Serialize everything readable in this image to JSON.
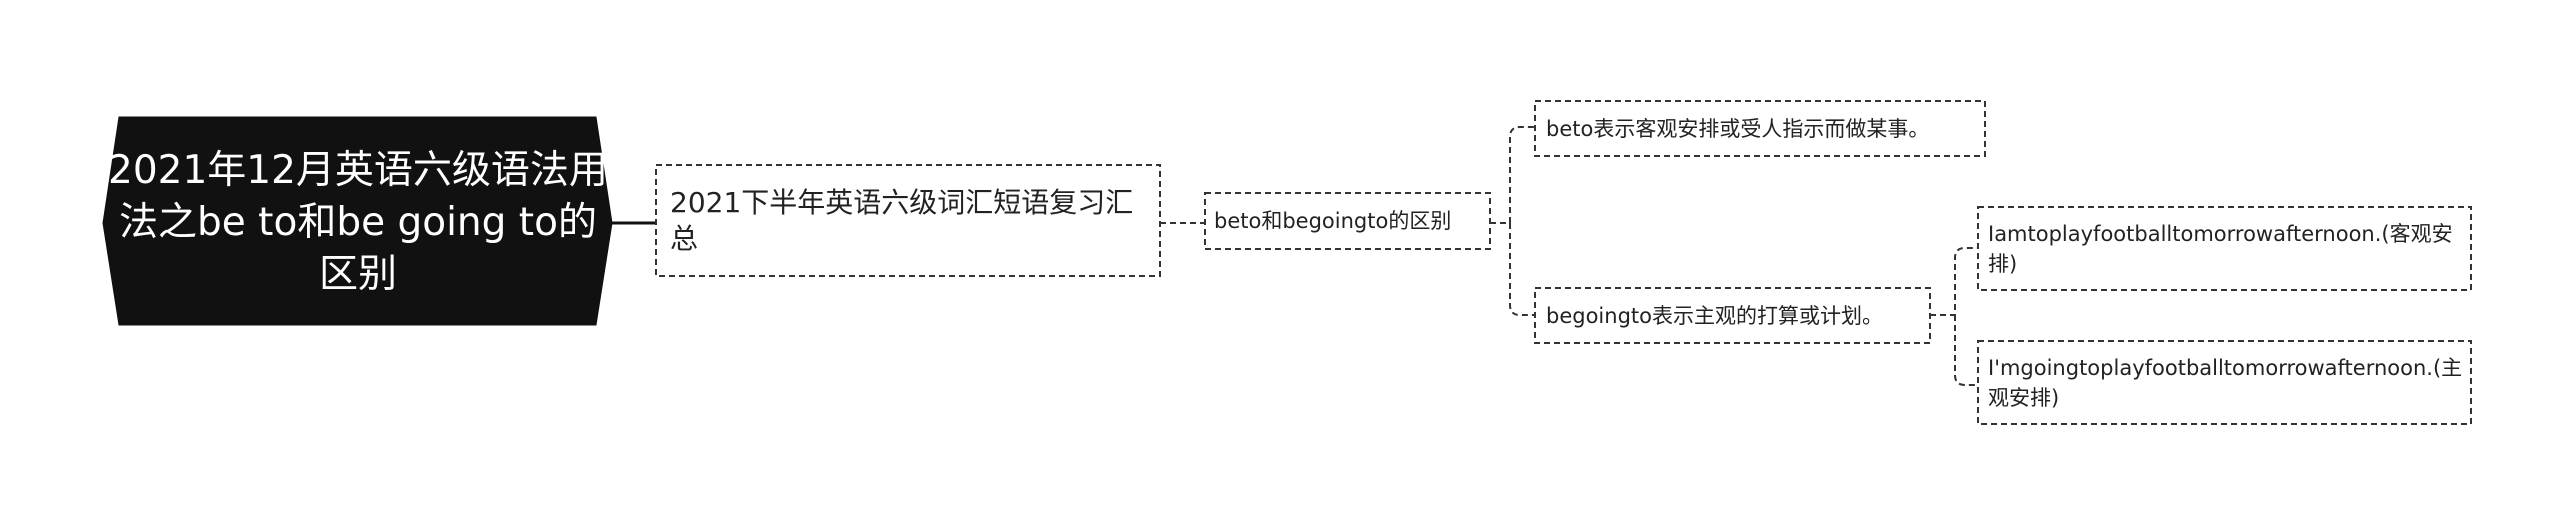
{
  "root": {
    "title": "2021年12月英语六级语法用法之be to和be going to的区别"
  },
  "branch": {
    "label": "2021下半年英语六级词汇短语复习汇总"
  },
  "topic": {
    "label": "beto和begoingto的区别"
  },
  "explanations": [
    {
      "label": "beto表示客观安排或受人指示而做某事。"
    },
    {
      "label": "begoingto表示主观的打算或计划。",
      "examples": [
        {
          "label": "Iamtoplayfootballtomorrowafternoon.(客观安排)"
        },
        {
          "label": "I'mgoingtoplayfootballtomorrowafternoon.(主观安排)"
        }
      ]
    }
  ],
  "colors": {
    "root_fill": "#111111",
    "root_text": "#ffffff",
    "node_border": "#333333",
    "node_text": "#222222"
  }
}
